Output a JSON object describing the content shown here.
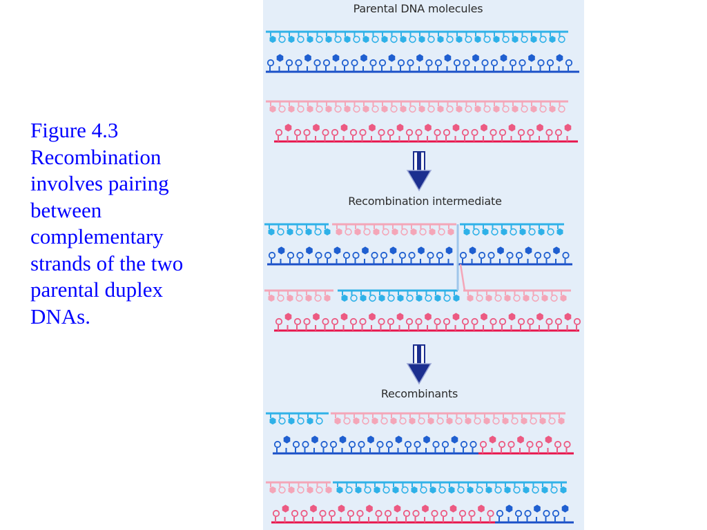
{
  "caption": {
    "lines": [
      "Figure 4.3",
      "Recombination",
      "involves pairing",
      "between",
      "complementary",
      "strands of the two",
      "parental duplex",
      "DNAs."
    ]
  },
  "stages": {
    "parental": "Parental DNA molecules",
    "intermediate": "Recombination intermediate",
    "recombinants": "Recombinants"
  },
  "colors": {
    "caption_text": "#0000ff",
    "panel_background": "#e4eef9",
    "blue_light": "#2fb1e8",
    "blue_dark": "#1f5fd0",
    "blue_backbone": "#1a4fc7",
    "pink_light": "#f4a6b8",
    "pink_dark": "#ec5a82",
    "red_backbone": "#e8154c",
    "arrow": "#1c2f8f"
  },
  "icons": [
    "down-arrow-icon",
    "down-arrow-icon"
  ]
}
